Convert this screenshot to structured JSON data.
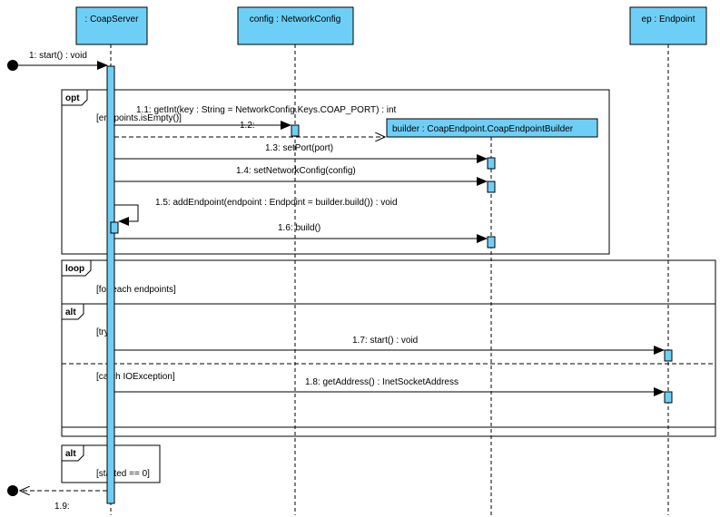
{
  "colors": {
    "lifeline_head_fill": "#6ECFF6",
    "activation_fill": "#6ECFF6",
    "line": "#000000",
    "frame_border": "#000000",
    "frame_tab_fill": "#FFFFFF"
  },
  "lifelines": [
    {
      "id": "coapserver",
      "name": ": CoapServer"
    },
    {
      "id": "config",
      "name": "config : NetworkConfig"
    },
    {
      "id": "builder",
      "name": "builder : CoapEndpoint.CoapEndpointBuilder"
    },
    {
      "id": "ep",
      "name": "ep : Endpoint"
    }
  ],
  "messages": [
    {
      "id": "m1",
      "label": "1: start() : void",
      "type": "found"
    },
    {
      "id": "m1_1",
      "label": "1.1: getInt(key : String = NetworkConfig.Keys.COAP_PORT) : int",
      "type": "sync"
    },
    {
      "id": "m1_2",
      "label": "1.2:",
      "type": "create"
    },
    {
      "id": "m1_3",
      "label": "1.3: setPort(port)",
      "type": "sync"
    },
    {
      "id": "m1_4",
      "label": "1.4: setNetworkConfig(config)",
      "type": "sync"
    },
    {
      "id": "m1_5",
      "label": "1.5: addEndpoint(endpoint : Endpoint = builder.build()) : void",
      "type": "self"
    },
    {
      "id": "m1_6",
      "label": "1.6: build()",
      "type": "sync"
    },
    {
      "id": "m1_7",
      "label": "1.7: start() : void",
      "type": "sync"
    },
    {
      "id": "m1_8",
      "label": "1.8: getAddress() : InetSocketAddress",
      "type": "sync"
    },
    {
      "id": "m1_9",
      "label": "1.9:",
      "type": "lost-return"
    }
  ],
  "fragments": [
    {
      "id": "opt",
      "operator": "opt",
      "guards": [
        "[endpoints.isEmpty()]"
      ]
    },
    {
      "id": "loop",
      "operator": "loop",
      "guards": [
        "[for each endpoints]"
      ]
    },
    {
      "id": "alt1",
      "operator": "alt",
      "guards": [
        "[try]",
        "[catch IOException]"
      ]
    },
    {
      "id": "alt2",
      "operator": "alt",
      "guards": [
        "[started == 0]"
      ]
    }
  ]
}
